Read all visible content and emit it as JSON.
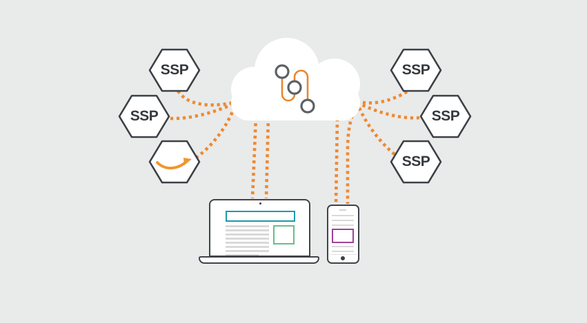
{
  "diagram": {
    "type": "network-illustration",
    "description_visible_elements": "Six hexagon nodes connected by dotted lines to a central cloud, which connects down to a laptop and a smartphone",
    "nodes": {
      "left_top": {
        "label": "SSP"
      },
      "left_middle": {
        "label": "SSP"
      },
      "left_bottom": {
        "icon": "amazon-smile-icon"
      },
      "right_top": {
        "label": "SSP"
      },
      "right_middle": {
        "label": "SSP"
      },
      "right_bottom": {
        "label": "SSP"
      }
    },
    "cloud": {
      "icon": "workflow-path-icon"
    },
    "devices": {
      "laptop": {
        "parts": [
          "camera-dot",
          "teal-banner-placeholder",
          "gray-text-lines",
          "green-ad-panel",
          "base-bar"
        ]
      },
      "phone": {
        "parts": [
          "speaker-line",
          "gray-text-lines",
          "purple-ad-banner",
          "home-button"
        ]
      }
    },
    "connections": [
      {
        "from": "ssp-left-top",
        "to": "cloud"
      },
      {
        "from": "ssp-left-middle",
        "to": "cloud"
      },
      {
        "from": "amazon-node",
        "to": "cloud"
      },
      {
        "from": "ssp-right-top",
        "to": "cloud"
      },
      {
        "from": "ssp-right-middle",
        "to": "cloud"
      },
      {
        "from": "ssp-right-bottom",
        "to": "cloud"
      },
      {
        "from": "cloud",
        "to": "laptop"
      },
      {
        "from": "cloud",
        "to": "laptop"
      },
      {
        "from": "cloud",
        "to": "phone"
      },
      {
        "from": "cloud",
        "to": "phone"
      }
    ],
    "colors": {
      "background": "#e9eaea",
      "connector_orange": "#ee8a30",
      "node_outline": "#3b4045",
      "node_fill": "#ffffff",
      "cloud_fill": "#ffffff",
      "icon_circle_gray": "#5b6167",
      "icon_path_orange": "#e8872e",
      "amazon_orange": "#f0962f",
      "laptop_banner_teal": "#1d9aaa",
      "laptop_panel_green": "#68bd8b",
      "phone_ad_purple": "#9e4198",
      "content_line_gray": "#d9d9d9"
    }
  }
}
